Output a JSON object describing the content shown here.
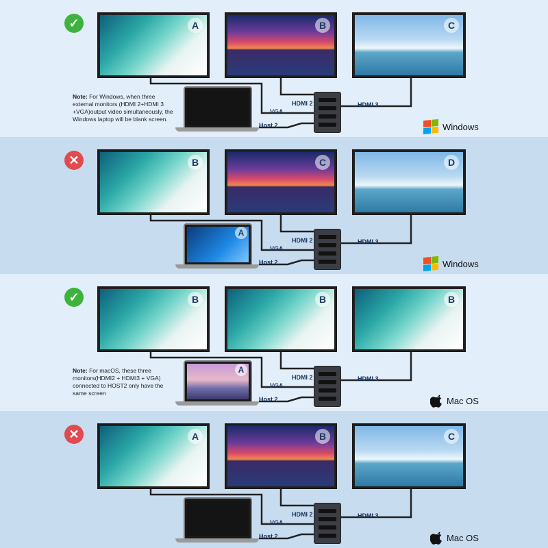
{
  "panels": [
    {
      "status": "ok",
      "status_icon": "check-icon",
      "monitors": [
        {
          "letter": "A",
          "image": "surfer-wave"
        },
        {
          "letter": "B",
          "image": "sunset-pier"
        },
        {
          "letter": "C",
          "image": "iceberg"
        }
      ],
      "laptop": {
        "letter": "",
        "screen": "blank"
      },
      "labels": {
        "vga": "VGA",
        "host2": "Host 2",
        "hdmi2": "HDMI 2",
        "hdmi3": "HDMI 3"
      },
      "note_bold": "Note:",
      "note_text": " For Windows, when three external monitors (HDMI 2+HDMI 3 +VGA)output video simultaneously, the Windows laptop will be blank screen.",
      "os": "Windows"
    },
    {
      "status": "bad",
      "status_icon": "cross-icon",
      "monitors": [
        {
          "letter": "B",
          "image": "surfer-wave"
        },
        {
          "letter": "C",
          "image": "sunset-pier"
        },
        {
          "letter": "D",
          "image": "iceberg"
        }
      ],
      "laptop": {
        "letter": "A",
        "screen": "windows-desktop"
      },
      "labels": {
        "vga": "VGA",
        "host2": "Host 2",
        "hdmi2": "HDMI 2",
        "hdmi3": "HDMI 3"
      },
      "note_bold": "",
      "note_text": "",
      "os": "Windows"
    },
    {
      "status": "ok",
      "status_icon": "check-icon",
      "monitors": [
        {
          "letter": "B",
          "image": "surfer-wave"
        },
        {
          "letter": "B",
          "image": "surfer-wave"
        },
        {
          "letter": "B",
          "image": "surfer-wave"
        }
      ],
      "laptop": {
        "letter": "A",
        "screen": "macos-desktop"
      },
      "labels": {
        "vga": "VGA",
        "host2": "Host 2",
        "hdmi2": "HDMI 2",
        "hdmi3": "HDMI 3"
      },
      "note_bold": "Note:",
      "note_text": " For macOS, these three monitors(HDMI2 + HDMI3 + VGA) connected to HOST2 only have the same screen",
      "os": "Mac OS"
    },
    {
      "status": "bad",
      "status_icon": "cross-icon",
      "monitors": [
        {
          "letter": "A",
          "image": "surfer-wave"
        },
        {
          "letter": "B",
          "image": "sunset-pier"
        },
        {
          "letter": "C",
          "image": "iceberg"
        }
      ],
      "laptop": {
        "letter": "",
        "screen": "blank"
      },
      "labels": {
        "vga": "VGA",
        "host2": "Host 2",
        "hdmi2": "HDMI 2",
        "hdmi3": "HDMI 3"
      },
      "note_bold": "",
      "note_text": "",
      "os": "Mac OS"
    }
  ],
  "colors": {
    "ok": "#3db33d",
    "bad": "#e14a4f",
    "label": "#16305a"
  }
}
